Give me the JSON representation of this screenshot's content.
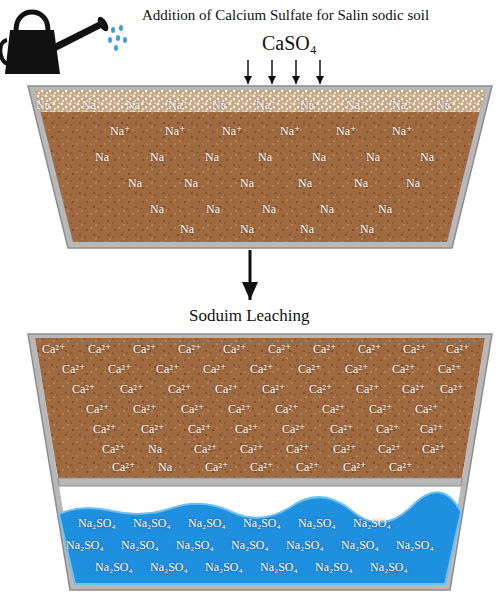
{
  "diagram": {
    "title": "Addition of Calcium Sulfate for Salin sodic soil",
    "nodes": [
      {
        "text": [
          "Na⁺",
          "Na⁺",
          "Na⁺",
          "Na⁺",
          "Na⁺",
          "Na⁺",
          "Na⁺",
          "Na⁺",
          "Na⁺",
          "Na⁺",
          "Na⁺",
          "Na⁺",
          "Na⁺",
          "Na⁺",
          "Na⁺",
          "Na⁺",
          "Na",
          "Na",
          "Na",
          "Na",
          "Na",
          "Na",
          "Na",
          "Na",
          "Na",
          "Na",
          "Na",
          "Na",
          "Na",
          "Na",
          "Na",
          "Na",
          "Na",
          "Na",
          "Na",
          "Na",
          "Na",
          "Na"
        ]
      },
      {
        "text": [
          "Soduim Leaching",
          "Ca²⁺",
          "Ca²⁺",
          "Ca²⁺",
          "Ca²⁺",
          "Ca²⁺",
          "Ca²⁺",
          "Ca²⁺",
          "Ca²⁺",
          "Ca²⁺",
          "Ca²⁺",
          "Ca²⁺",
          "Ca²⁺",
          "Ca²⁺",
          "Ca²⁺",
          "Ca²⁺",
          "Ca²⁺",
          "Ca²⁺",
          "Ca²⁺",
          "Ca²⁺",
          "Ca²⁺",
          "Ca²⁺",
          "Ca²⁺",
          "Ca²⁺",
          "Ca²⁺",
          "Ca²⁺",
          "Ca²⁺",
          "Ca²⁺",
          "Ca²⁺",
          "Ca²⁺",
          "Ca²⁺",
          "Ca²⁺",
          "Ca²⁺",
          "Ca²⁺",
          "Ca²⁺",
          "Ca²⁺",
          "Ca²⁺",
          "Ca²⁺",
          "Ca²⁺",
          "Ca²⁺",
          "Ca²⁺",
          "Ca²⁺",
          "Ca²⁺",
          "Ca²⁺",
          "Ca²⁺",
          "Ca²⁺",
          "Na",
          "Ca²⁺",
          "Ca²⁺",
          "Ca²⁺",
          "Ca²⁺",
          "Ca²⁺",
          "Ca²⁺",
          "Ca²⁺",
          "Na",
          "Ca²⁺",
          "Ca²⁺",
          "Ca²⁺",
          "Ca²⁺",
          "Ca²⁺"
        ]
      },
      {
        "text": [
          "Na₂SO₄",
          "Na₂SO₄",
          "Na₂SO₄",
          "Na₂SO₄",
          "Na₂SO₄",
          "Na₂SO₄",
          "Na₂SO₄",
          "Na₂SO₄",
          "Na₂SO₄",
          "Na₂SO₄",
          "Na₂SO₄",
          "Na₂SO₄",
          "Na₂SO₄",
          "Na₂SO₄",
          "Na₂SO₄",
          "Na₂SO₄",
          "Na₂SO₄",
          "Na₂SO₄",
          "Na₂SO₄"
        ],
        "in": 1
      }
    ],
    "edges": [
      {
        "from": 0,
        "to": 1,
        "arrow": "to"
      }
    ],
    "labels": [
      "CaSO₄"
    ]
  }
}
